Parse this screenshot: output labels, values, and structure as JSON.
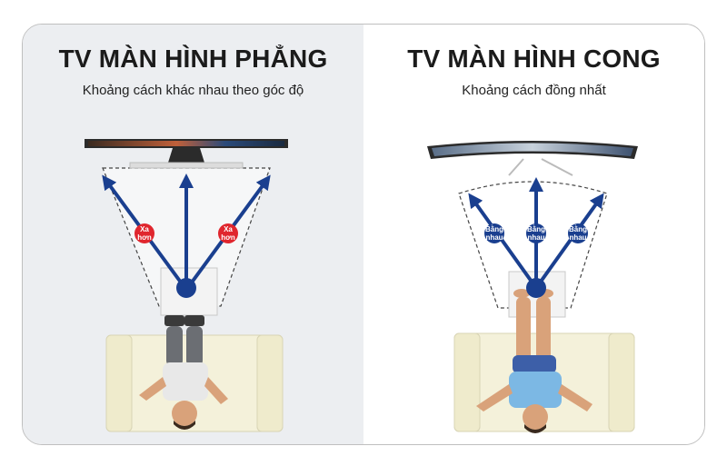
{
  "flat_panel": {
    "title": "TV MÀN HÌNH PHẲNG",
    "subtitle": "Khoảng cách khác nhau theo góc độ",
    "badge_line1": "Xa",
    "badge_line2": "hơn",
    "badge_color": "#e0262e"
  },
  "curved_panel": {
    "title": "TV MÀN HÌNH CONG",
    "subtitle": "Khoảng cách đồng nhất",
    "badge_line1": "Bằng",
    "badge_line2": "nhau",
    "badge_color": "#1a3f8f"
  },
  "colors": {
    "arrow": "#1a3f8f",
    "sofa": "#f4f1da",
    "left_bg": "#eceef1"
  }
}
